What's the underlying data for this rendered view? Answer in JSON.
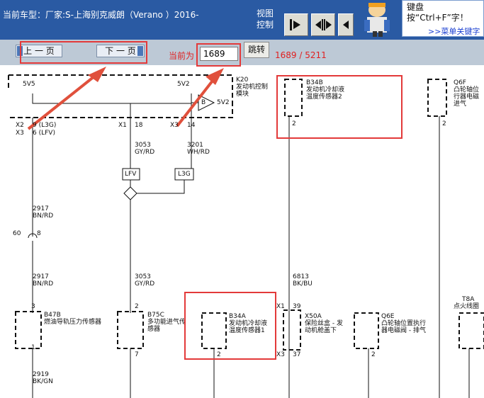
{
  "header": {
    "title": "当前车型：厂家:S-上海别克威朗（Verano ）2016-",
    "view_line1": "视图",
    "view_line2": "控制",
    "tip_text": "键盘按“Ctrl+F”字！",
    "tip_link": ">>菜单关键字"
  },
  "nav": {
    "prev_label": "上 一 页",
    "next_label": "下 一 页",
    "current_label": "当前为",
    "page_value": "1689",
    "jump_label": "跳转",
    "page_count": "1689 / 5211"
  },
  "diagram": {
    "k20": {
      "code": "K20",
      "name": "发动机控制模块"
    },
    "b34b": {
      "code": "B34B",
      "name": "发动机冷却液温度传感器2",
      "pin": "2"
    },
    "q6f": {
      "code": "Q6F",
      "name": "凸轮轴位行器电磁进气",
      "pin": "2"
    },
    "t8a": {
      "code": "T8A",
      "name": "点火线圈"
    },
    "b47b": {
      "code": "B47B",
      "name": "燃油导轨压力传感器",
      "pin_top": "3",
      "pin_bottom": "1"
    },
    "b75c": {
      "code": "B75C",
      "name": "多功能进气传感器",
      "pin_top": "2",
      "pin_bottom": "7"
    },
    "b34a": {
      "code": "B34A",
      "name": "发动机冷却液温度传感器1",
      "pin": "2"
    },
    "x50a": {
      "code": "X50A",
      "name": "保险丝盒 - 发动机舱盖下"
    },
    "q6e": {
      "code": "Q6E",
      "name": "凸轮轴位置执行器电磁阀 - 排气",
      "pin": "2"
    },
    "texts": {
      "v5v": "5V5",
      "v5v2": "5V2",
      "buf_b": "B",
      "buf_out": "5V2",
      "x2": "X2",
      "x3a": "X3",
      "p9": "9 (L3G)",
      "p6": "6 (LFV)",
      "x1a": "X1",
      "p18": "18",
      "x3b": "X3",
      "p14": "14",
      "w3053": "3053",
      "c3053": "GY/RD",
      "w3201": "3201",
      "c3201": "WH/RD",
      "lfv": "LFV",
      "l3g": "L3G",
      "w2917": "2917",
      "c2917": "BN/RD",
      "s60": "60",
      "s8": "8",
      "w2917b": "2917",
      "c2917b": "BN/RD",
      "w3053b": "3053",
      "c3053b": "GY/RD",
      "w6813": "6813",
      "c6813": "BK/BU",
      "x1b": "X1",
      "p39": "39",
      "x3c": "X3",
      "p37": "37",
      "w2919": "2919",
      "c2919": "BK/GN"
    }
  },
  "colors": {
    "header_bg": "#2a5aa3",
    "nav_bg": "#bdc9d6",
    "highlight": "#e33a3a",
    "arrow": "#e0503c"
  }
}
